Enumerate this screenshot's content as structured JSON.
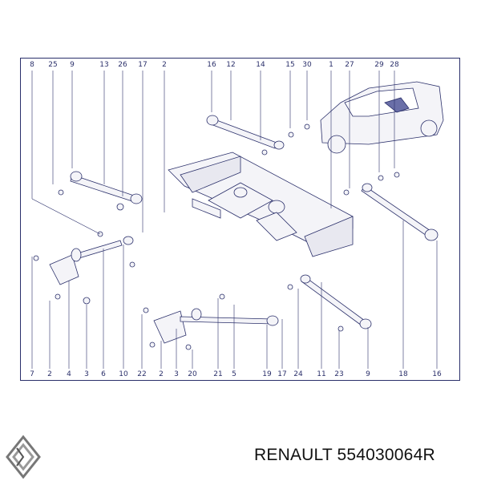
{
  "top_labels": [
    "8",
    "25",
    "9",
    "13",
    "26",
    "17",
    "2",
    "16",
    "12",
    "14",
    "15",
    "30",
    "1",
    "27",
    "29",
    "28"
  ],
  "bottom_labels": [
    "7",
    "2",
    "4",
    "3",
    "6",
    "10",
    "22",
    "2",
    "3",
    "20",
    "21",
    "5",
    "19",
    "17",
    "24",
    "11",
    "23",
    "9",
    "18",
    "16"
  ],
  "brand": {
    "name": "RENAULT",
    "part_number": "554030064R",
    "logo_icon": "renault-diamond-logo"
  },
  "colors": {
    "line": "#2a2f6a",
    "fill": "#f4f4f8",
    "text": "#111111"
  }
}
